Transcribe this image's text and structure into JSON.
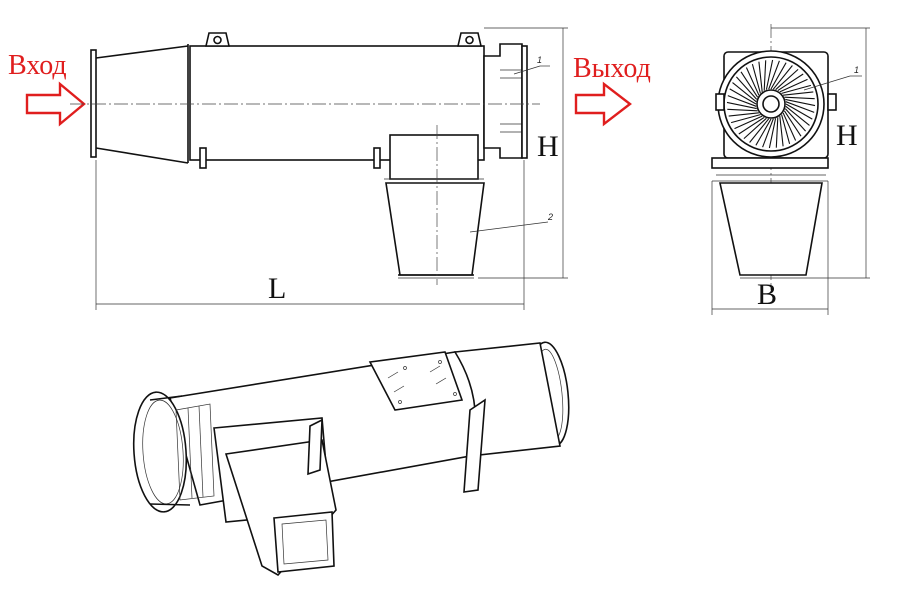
{
  "labels": {
    "inlet": "Вход",
    "outlet": "Выход",
    "height_side": "H",
    "height_front": "H",
    "length": "L",
    "width": "B",
    "callout_1_side": "1",
    "callout_2_side": "2",
    "callout_1_front": "1"
  },
  "colors": {
    "arrow": "#e01e1e",
    "line": "#111111"
  }
}
